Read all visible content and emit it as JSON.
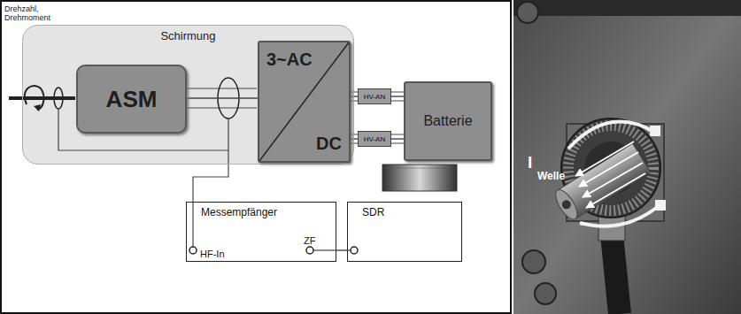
{
  "diagram": {
    "nodes": [
      {
        "text": [
          "Schirmung"
        ]
      },
      {
        "text": [
          "ASM"
        ],
        "in": 0
      },
      {
        "text": [
          "3~AC",
          "DC"
        ],
        "in": 0
      },
      {
        "text": [
          "HV-AN"
        ]
      },
      {
        "text": [
          "HV-AN"
        ]
      },
      {
        "text": [
          "Batterie"
        ]
      },
      {
        "text": [
          "Messempfänger"
        ]
      },
      {
        "text": [
          "SDR"
        ]
      }
    ],
    "edges": [
      {
        "from": 1,
        "to": 2,
        "arrow": "none"
      },
      {
        "from": 2,
        "to": 3,
        "arrow": "none"
      },
      {
        "from": 2,
        "to": 4,
        "arrow": "none"
      },
      {
        "from": 3,
        "to": 5,
        "arrow": "none"
      },
      {
        "from": 4,
        "to": 5,
        "arrow": "none"
      },
      {
        "from": 6,
        "to": 7,
        "arrow": "none"
      }
    ],
    "labels": [
      "Drehzahl, Drehmoment",
      "HF-In",
      "ZF",
      "I",
      "Welle"
    ]
  }
}
